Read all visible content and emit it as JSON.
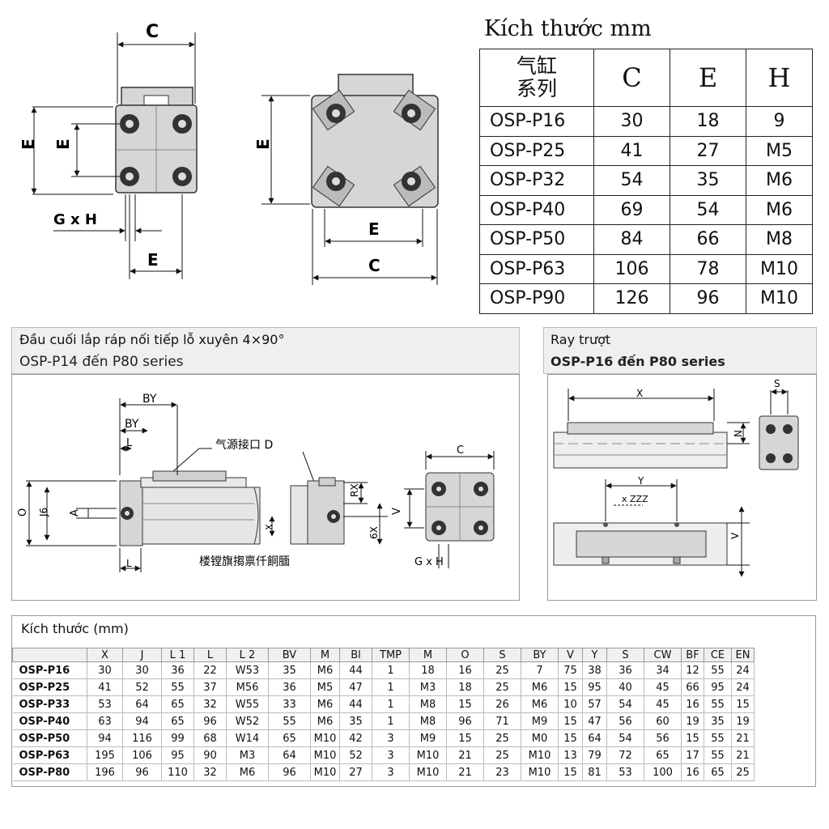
{
  "top_table": {
    "title": "Kích thước mm",
    "header_label": "气缸\n系列",
    "columns": [
      "C",
      "E",
      "H"
    ],
    "rows": [
      {
        "model": "OSP-P16",
        "C": "30",
        "E": "18",
        "H": "9"
      },
      {
        "model": "OSP-P25",
        "C": "41",
        "E": "27",
        "H": "M5"
      },
      {
        "model": "OSP-P32",
        "C": "54",
        "E": "35",
        "H": "M6"
      },
      {
        "model": "OSP-P40",
        "C": "69",
        "E": "54",
        "H": "M6"
      },
      {
        "model": "OSP-P50",
        "C": "84",
        "E": "66",
        "H": "M8"
      },
      {
        "model": "OSP-P63",
        "C": "106",
        "E": "78",
        "H": "M10"
      },
      {
        "model": "OSP-P90",
        "C": "126",
        "E": "96",
        "H": "M10"
      }
    ]
  },
  "top_drawing": {
    "label_c": "C",
    "label_e": "E",
    "label_gxh": "G x H"
  },
  "section_left": {
    "title": "Đầu cuối lắp ráp nối tiếp lỗ xuyên 4×90°",
    "subtitle": "OSP-P14 đến P80 series",
    "labels": {
      "by1": "BY",
      "by2": "BY",
      "l_top": "L",
      "l_bot": "L",
      "supply": "气源接口 D",
      "o": "O",
      "j6": "J6",
      "a": "A",
      "rx": "RX",
      "x": "X",
      "six_x": "6X",
      "v": "V",
      "c": "C",
      "gxh": "G x H",
      "bottom_note": "楼镗旗搊禀仟餇腼"
    }
  },
  "section_right": {
    "title": "Ray trượt",
    "subtitle": "OSP-P16 đến P80 series",
    "labels": {
      "x": "X",
      "s": "S",
      "n": "N",
      "y": "Y",
      "xzzz": "x ZZZ",
      "v": "V"
    }
  },
  "bottom_table": {
    "title": "Kích thước (mm)",
    "columns": [
      "X",
      "J",
      "L 1",
      "L",
      "L 2",
      "BV",
      "M",
      "Bl",
      "TMP",
      "M",
      "O",
      "S",
      "BY",
      "V",
      "Y",
      "S",
      "CW",
      "BF",
      "CE",
      "EN"
    ],
    "rows": [
      {
        "model": "OSP-P16",
        "values": [
          "30",
          "30",
          "36",
          "22",
          "W53",
          "35",
          "M6",
          "44",
          "1",
          "18",
          "16",
          "25",
          "7",
          "75",
          "38",
          "36",
          "34",
          "12",
          "55",
          "24"
        ]
      },
      {
        "model": "OSP-P25",
        "values": [
          "41",
          "52",
          "55",
          "37",
          "M56",
          "36",
          "M5",
          "47",
          "1",
          "M3",
          "18",
          "25",
          "M6",
          "15",
          "95",
          "40",
          "45",
          "66",
          "95",
          "24"
        ]
      },
      {
        "model": "OSP-P33",
        "values": [
          "53",
          "64",
          "65",
          "32",
          "W55",
          "33",
          "M6",
          "44",
          "1",
          "M8",
          "15",
          "26",
          "M6",
          "10",
          "57",
          "54",
          "45",
          "16",
          "55",
          "15"
        ]
      },
      {
        "model": "OSP-P40",
        "values": [
          "63",
          "94",
          "65",
          "96",
          "W52",
          "55",
          "M6",
          "35",
          "1",
          "M8",
          "96",
          "71",
          "M9",
          "15",
          "47",
          "56",
          "60",
          "19",
          "35",
          "19"
        ]
      },
      {
        "model": "OSP-P50",
        "values": [
          "94",
          "116",
          "99",
          "68",
          "W14",
          "65",
          "M10",
          "42",
          "3",
          "M9",
          "15",
          "25",
          "M0",
          "15",
          "64",
          "54",
          "56",
          "15",
          "55",
          "21"
        ]
      },
      {
        "model": "OSP-P63",
        "values": [
          "195",
          "106",
          "95",
          "90",
          "M3",
          "64",
          "M10",
          "52",
          "3",
          "M10",
          "21",
          "25",
          "M10",
          "13",
          "79",
          "72",
          "65",
          "17",
          "55",
          "21"
        ]
      },
      {
        "model": "OSP-P80",
        "values": [
          "196",
          "96",
          "110",
          "32",
          "M6",
          "96",
          "M10",
          "27",
          "3",
          "M10",
          "21",
          "23",
          "M10",
          "15",
          "81",
          "53",
          "100",
          "16",
          "65",
          "25"
        ]
      }
    ]
  },
  "icons": [
    "bolt-hole-icon"
  ],
  "colors": {
    "part_fill": "#d6d6d6",
    "hole_fill": "#3a3a3a",
    "header_bg": "#efefef"
  }
}
